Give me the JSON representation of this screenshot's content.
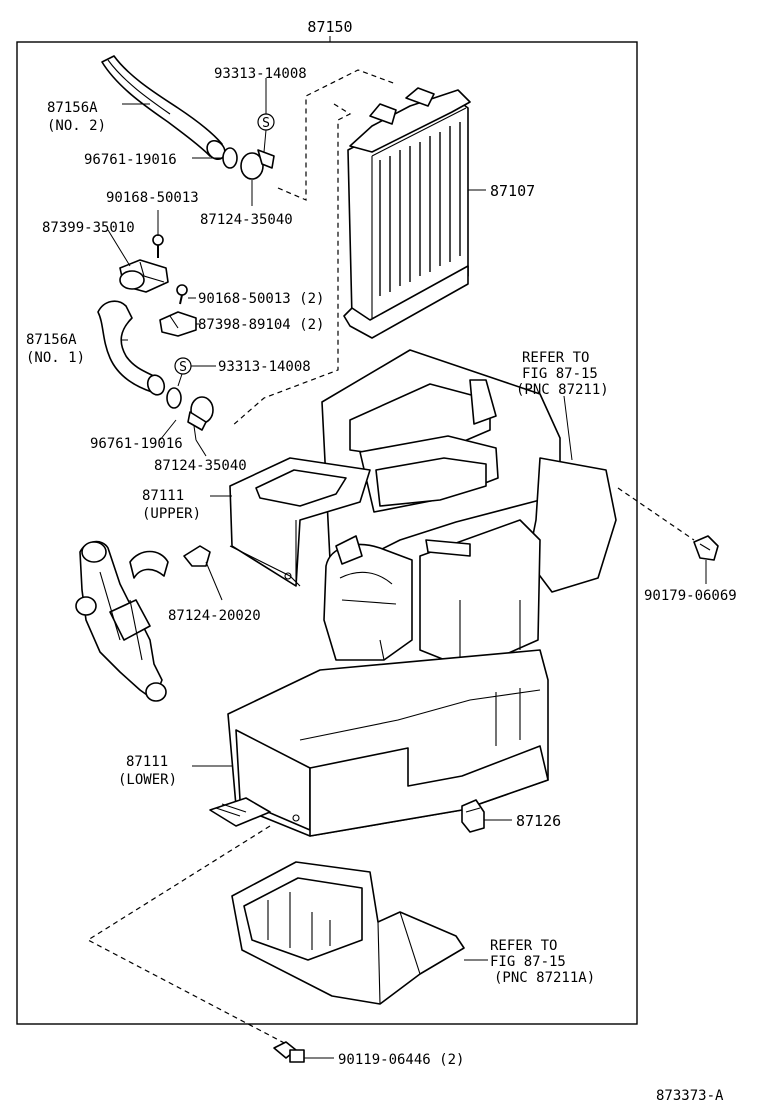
{
  "diagram": {
    "assembly_number": "87150",
    "figure_code": "873373-A",
    "labels": {
      "heater_hose_no2_part": "87156A",
      "heater_hose_no2_note": "(NO. 2)",
      "o_ring_upper": "96761-19016",
      "clamp_s_upper": "93313-14008",
      "hose_clamp_upper": "87124-35040",
      "heater_core": "87107",
      "screw_a": "90168-50013",
      "clamp_bracket_a": "87399-35010",
      "screw_b": "90168-50013 (2)",
      "clamp_bracket_b": "87398-89104 (2)",
      "heater_hose_no1_part": "87156A",
      "heater_hose_no1_note": "(NO. 1)",
      "clamp_s_lower": "93313-14008",
      "o_ring_lower": "96761-19016",
      "hose_clamp_lower": "87124-35040",
      "refer_upper_1": "REFER TO",
      "refer_upper_2": "FIG 87-15",
      "refer_upper_3": "(PNC 87211)",
      "case_upper_part": "87111",
      "case_upper_note": "(UPPER)",
      "clip_small": "87124-20020",
      "clip_right": "90179-06069",
      "case_lower_part": "87111",
      "case_lower_note": "(LOWER)",
      "drain_part": "87126",
      "refer_lower_1": "REFER TO",
      "refer_lower_2": "FIG 87-15",
      "refer_lower_3": "(PNC 87211A)",
      "bolt_bottom": "90119-06446 (2)",
      "s_marker": "S"
    }
  }
}
